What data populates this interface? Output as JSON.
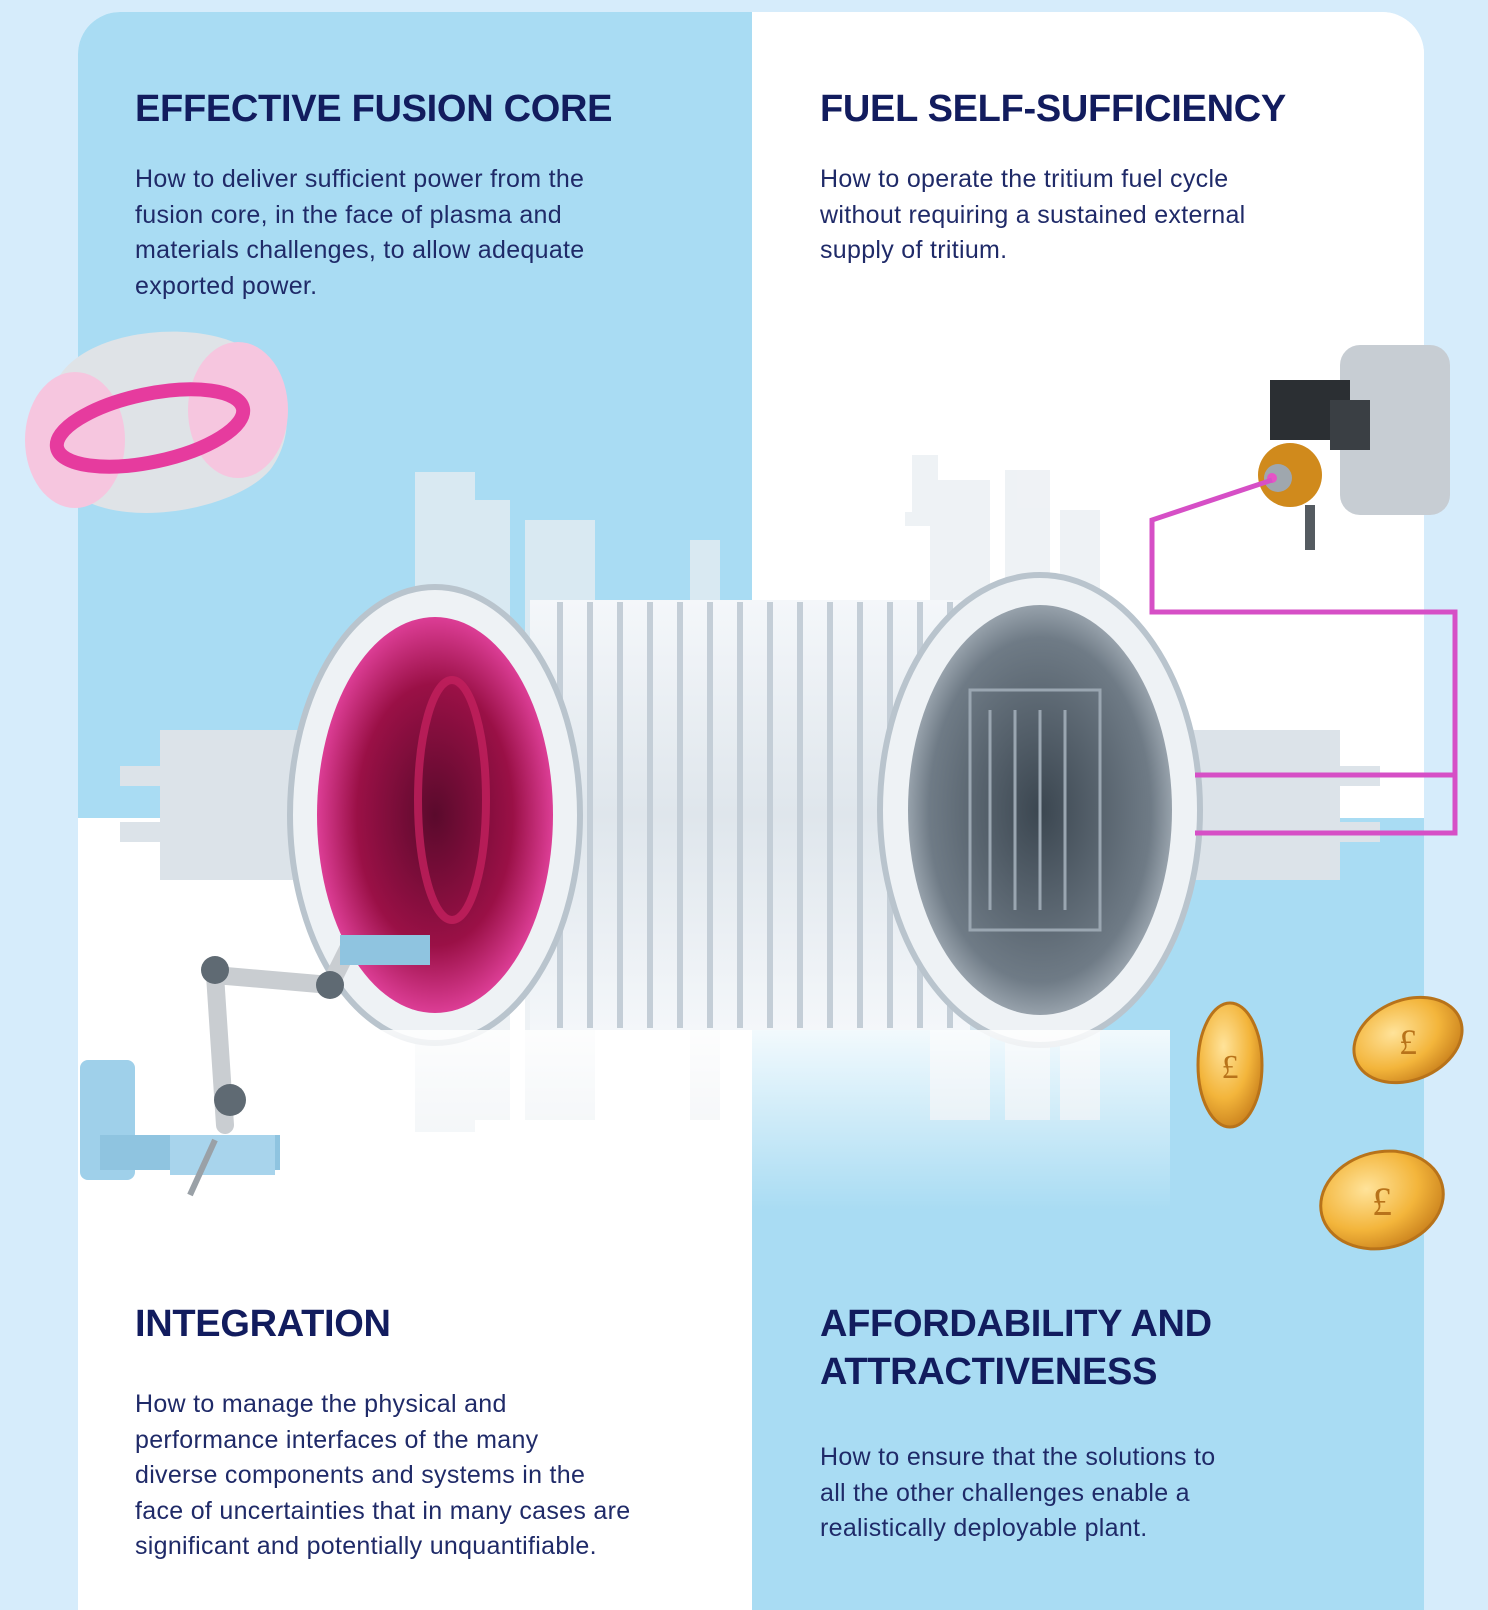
{
  "quadrants": [
    {
      "id": "fusion-core",
      "title": "EFFECTIVE FUSION CORE",
      "body": [
        "How to deliver sufficient power from the",
        "fusion core, in the face of plasma and",
        "materials challenges, to allow adequate",
        "exported power."
      ]
    },
    {
      "id": "fuel",
      "title": "FUEL SELF-SUFFICIENCY",
      "body": [
        "How to operate the tritium fuel cycle",
        "without requiring a sustained external",
        "supply of tritium."
      ]
    },
    {
      "id": "integration",
      "title": "INTEGRATION",
      "body": [
        "How to manage the physical and",
        "performance interfaces of the many",
        "diverse components and systems in the",
        "face of uncertainties that in many cases are",
        "significant and potentially unquantifiable."
      ]
    },
    {
      "id": "affordability",
      "title": [
        "AFFORDABILITY AND",
        "ATTRACTIVENESS"
      ],
      "body": [
        "How to ensure that the solutions to",
        "all the other challenges enable a",
        "realistically deployable plant."
      ]
    }
  ],
  "illustration": {
    "icons": [
      "torus-icon",
      "injector-icon",
      "robot-arm-icon",
      "coin-icon"
    ],
    "coin_symbol": "£"
  },
  "colors": {
    "light_blue": "#a9dcf3",
    "page_bg": "#d6ecfb",
    "navy": "#121c5e",
    "magenta": "#d64fc6",
    "plasma": "#9a1046",
    "gold": "#e8a634"
  }
}
